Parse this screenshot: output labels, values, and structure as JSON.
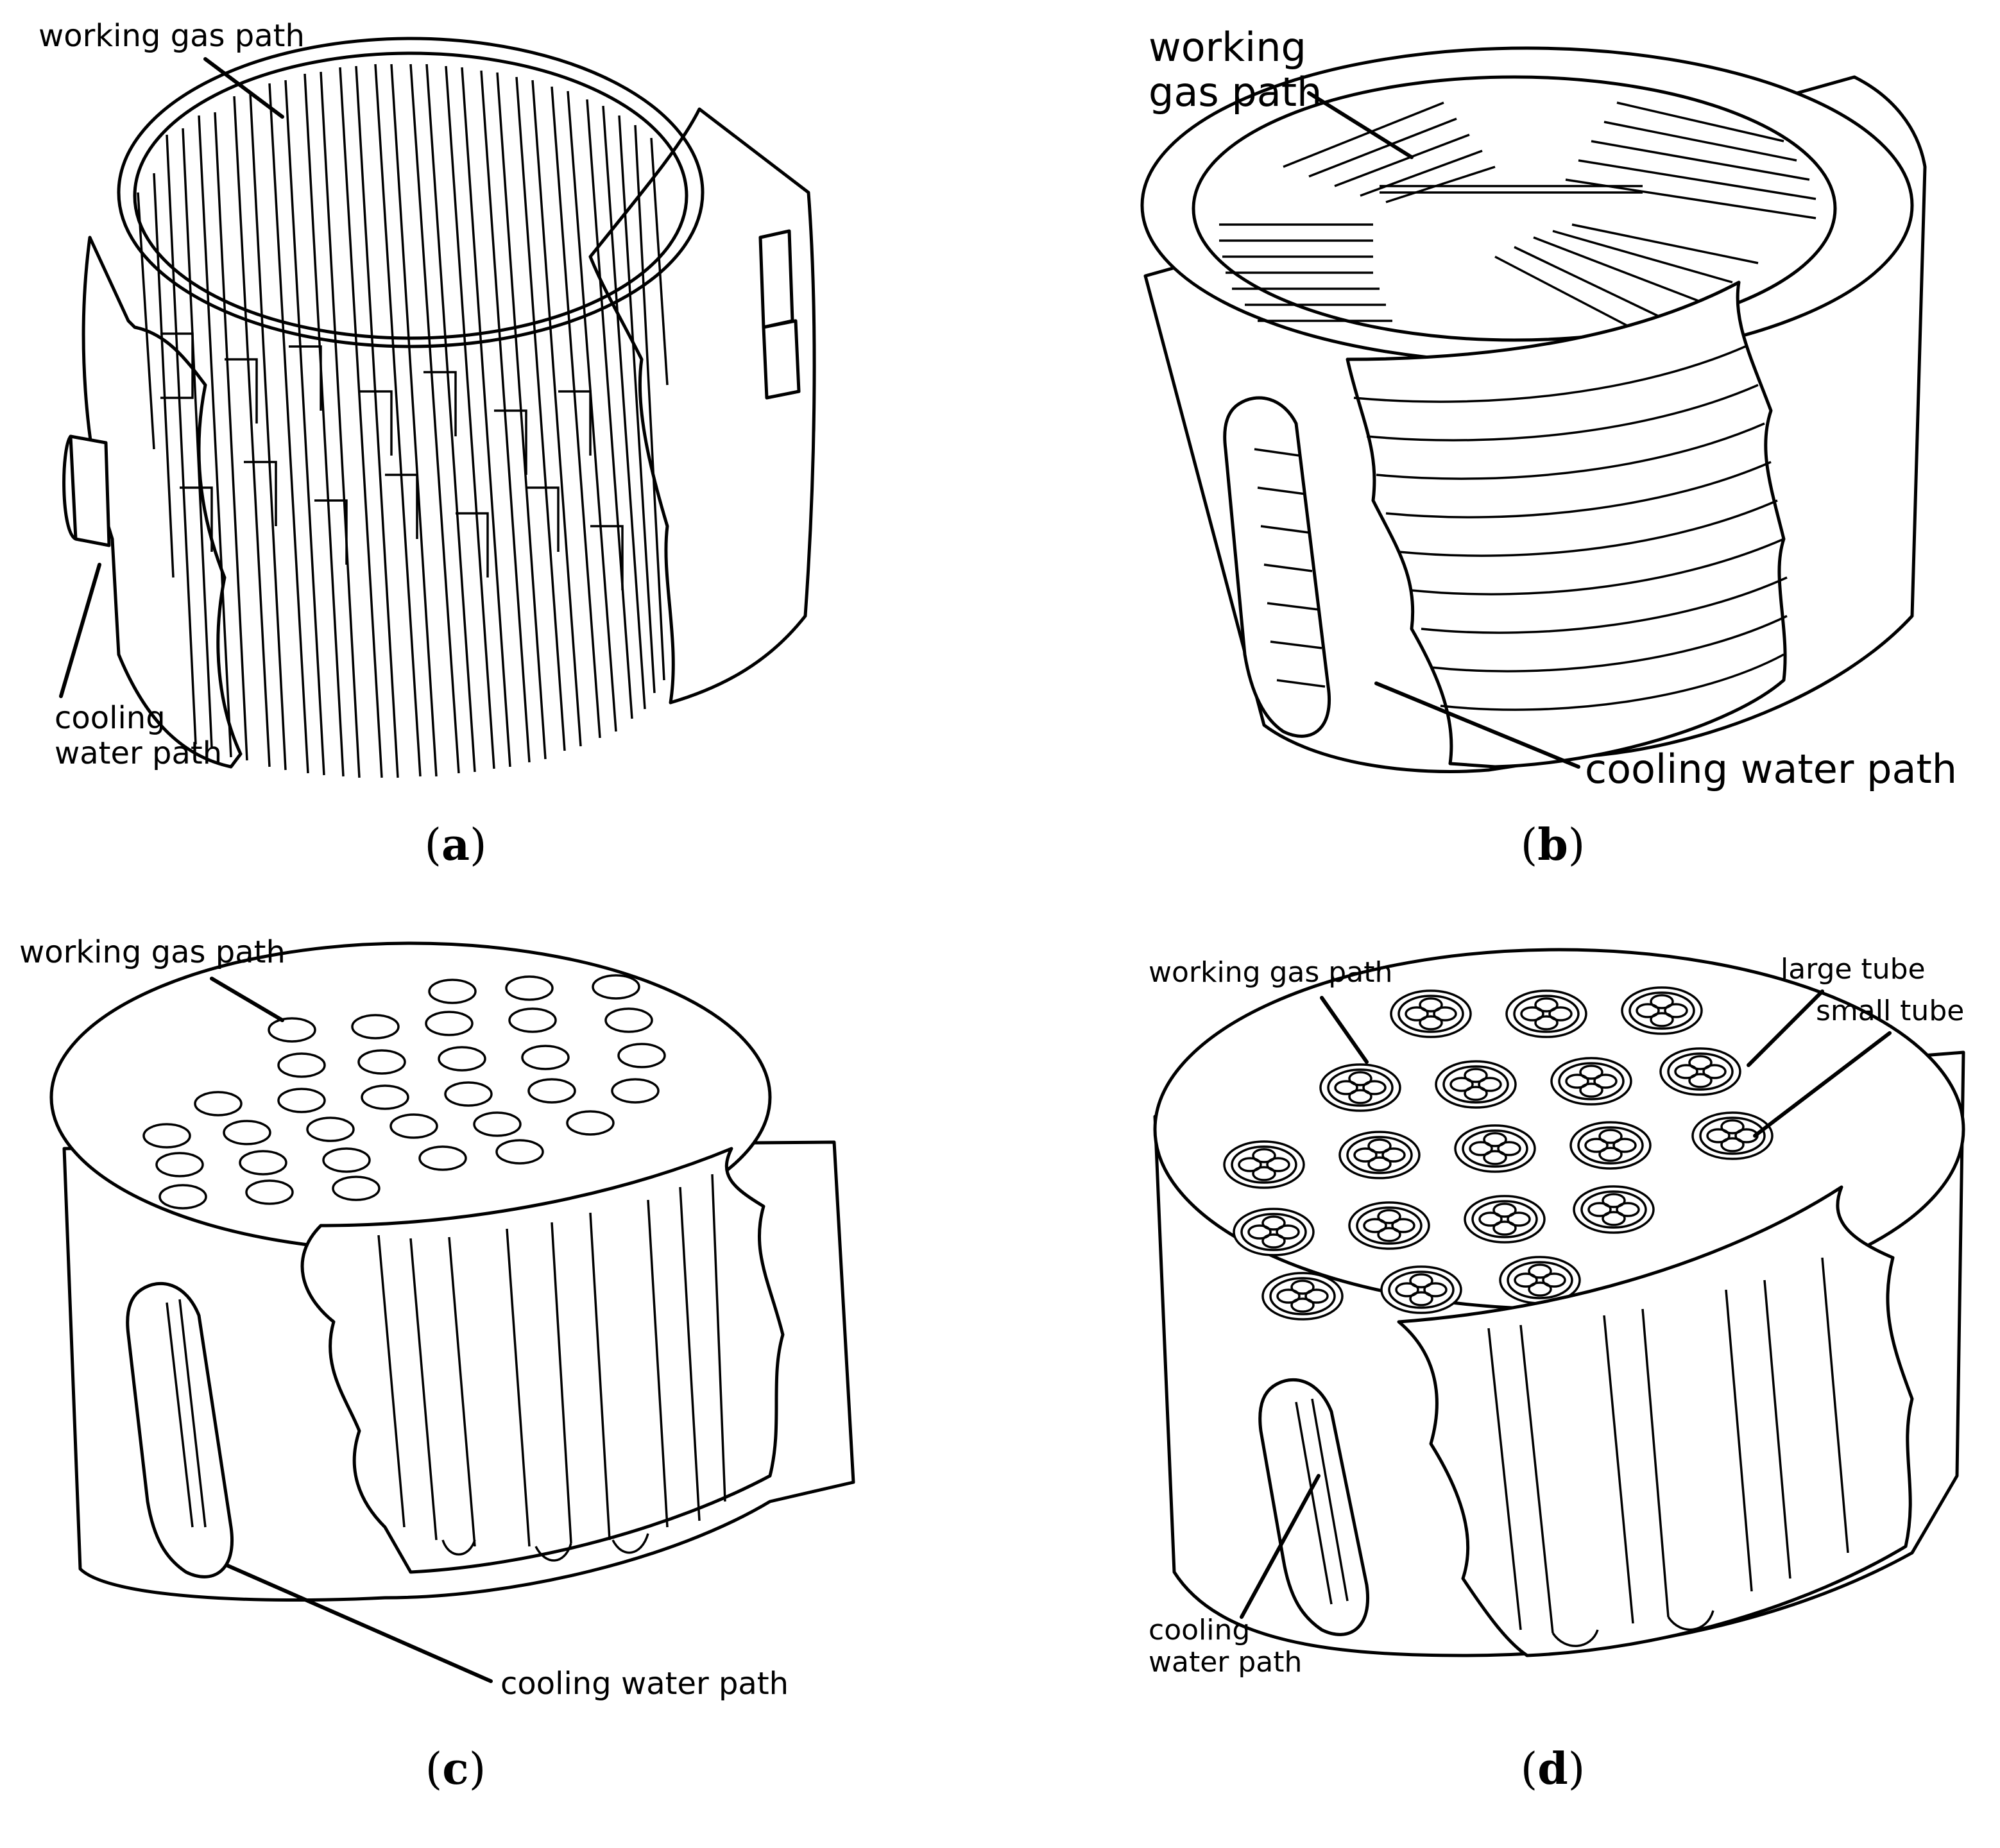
{
  "panels": [
    {
      "id": "a",
      "caption_open": "(",
      "caption_letter": "a",
      "caption_close": ")",
      "labels": {
        "gas": "working gas path",
        "water_1": "cooling",
        "water_2": "water path"
      }
    },
    {
      "id": "b",
      "caption_open": "(",
      "caption_letter": "b",
      "caption_close": ")",
      "labels": {
        "gas_1": "working",
        "gas_2": "gas path",
        "water": "cooling water path"
      }
    },
    {
      "id": "c",
      "caption_open": "(",
      "caption_letter": "c",
      "caption_close": ")",
      "labels": {
        "gas": "working gas path",
        "water": "cooling water path"
      }
    },
    {
      "id": "d",
      "caption_open": "(",
      "caption_letter": "d",
      "caption_close": ")",
      "labels": {
        "gas": "working gas path",
        "large": "large tube",
        "small": "small tube",
        "water_1": "cooling",
        "water_2": "water path"
      }
    }
  ]
}
